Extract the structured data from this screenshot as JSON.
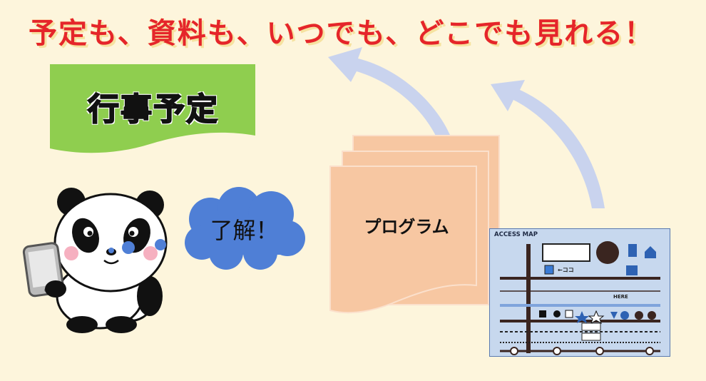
{
  "headline": "予定も、資料も、いつでも、どこでも見れる！",
  "schedule_banner": {
    "label": "行事予定"
  },
  "documents": {
    "label": "プログラム"
  },
  "speech_bubble": {
    "label": "了解！"
  },
  "access_map": {
    "title": "ACCESS MAP",
    "here_label": "HERE",
    "koko_label": "←ココ"
  },
  "colors": {
    "background": "#fdf5dc",
    "headline": "#e5252a",
    "banner_green": "#8fce4f",
    "documents_peach": "#f7c7a2",
    "arrow_blue": "#c9d3ee",
    "bubble_blue": "#4f7fd6",
    "map_bg": "#c7d8ee"
  },
  "icons": [
    "panda-character",
    "smartphone-icon",
    "curved-arrow-icon",
    "cloud-bubble-icon",
    "access-map-icon"
  ]
}
